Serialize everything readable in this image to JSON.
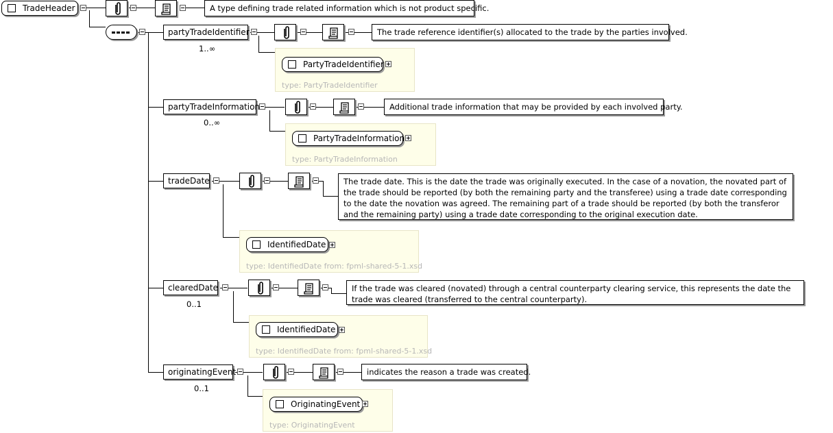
{
  "root": {
    "name": "TradeHeader",
    "doc": "A type defining trade related information which is not product specific."
  },
  "elements": [
    {
      "name": "partyTradeIdentifier",
      "occurs": "1..∞",
      "doc": "The trade reference identifier(s) allocated to the trade by the parties involved.",
      "type_name": "PartyTradeIdentifier",
      "type_label": "type: PartyTradeIdentifier"
    },
    {
      "name": "partyTradeInformation",
      "occurs": "0..∞",
      "doc": "Additional trade information that may be provided by each involved party.",
      "type_name": "PartyTradeInformation",
      "type_label": "type: PartyTradeInformation"
    },
    {
      "name": "tradeDate",
      "occurs": "",
      "doc": "The trade date. This is the date the trade was originally executed. In the case of a novation, the novated part of the trade should be reported (by both the remaining party and the transferee) using a trade date corresponding to the date the novation was agreed. The remaining part of a trade should be reported (by both the transferor and the remaining party) using a trade date corresponding to the original execution date.",
      "type_name": "IdentifiedDate",
      "type_label": "type: IdentifiedDate from: fpml-shared-5-1.xsd"
    },
    {
      "name": "clearedDate",
      "occurs": "0..1",
      "doc": "If the trade was cleared (novated) through a central counterparty clearing service, this represents the date the trade was cleared (transferred to the central counterparty).",
      "type_name": "IdentifiedDate",
      "type_label": "type: IdentifiedDate from: fpml-shared-5-1.xsd"
    },
    {
      "name": "originatingEvent",
      "occurs": "0..1",
      "doc": "indicates the reason a trade was created.",
      "type_name": "OriginatingEvent",
      "type_label": "type: OriginatingEvent"
    }
  ]
}
